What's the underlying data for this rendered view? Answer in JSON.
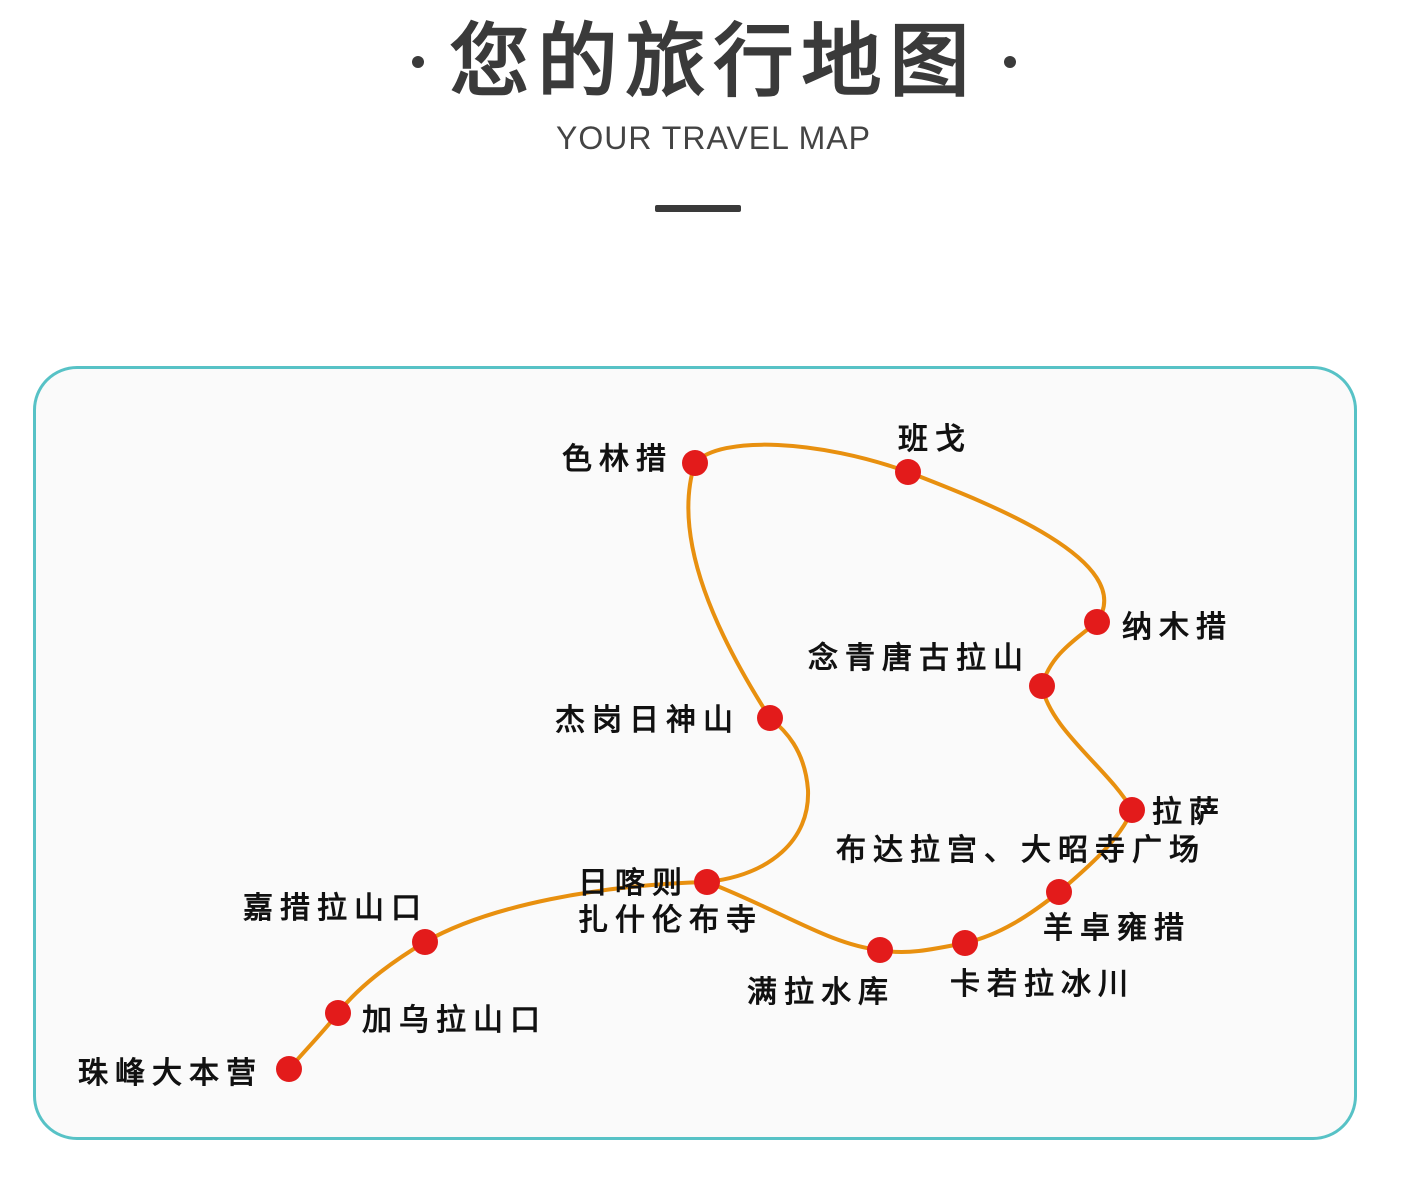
{
  "header": {
    "title": "您的旅行地图",
    "subtitle": "YOUR TRAVEL MAP"
  },
  "colors": {
    "route": "#e8900f",
    "stop": "#e31b1b",
    "card_border": "#57c2c6",
    "text": "#111111"
  },
  "map": {
    "stops": [
      {
        "id": "everest-base-camp",
        "label": "珠峰大本营"
      },
      {
        "id": "gawu-la-pass",
        "label": "加乌拉山口"
      },
      {
        "id": "gyatso-la-pass",
        "label": "嘉措拉山口"
      },
      {
        "id": "shigatse",
        "label": "日喀则",
        "label2": "扎什伦布寺"
      },
      {
        "id": "manla-reservoir",
        "label": "满拉水库"
      },
      {
        "id": "karola-glacier",
        "label": "卡若拉冰川"
      },
      {
        "id": "yamdrok-lake",
        "label": "羊卓雍措"
      },
      {
        "id": "lhasa",
        "label": "拉萨",
        "label2": "布达拉宫、大昭寺广场"
      },
      {
        "id": "nyenchen-tanglha",
        "label": "念青唐古拉山"
      },
      {
        "id": "namtso",
        "label": "纳木措"
      },
      {
        "id": "bange",
        "label": "班戈"
      },
      {
        "id": "siling-co",
        "label": "色林措"
      },
      {
        "id": "jiegang-mountain",
        "label": "杰岗日神山"
      }
    ]
  }
}
